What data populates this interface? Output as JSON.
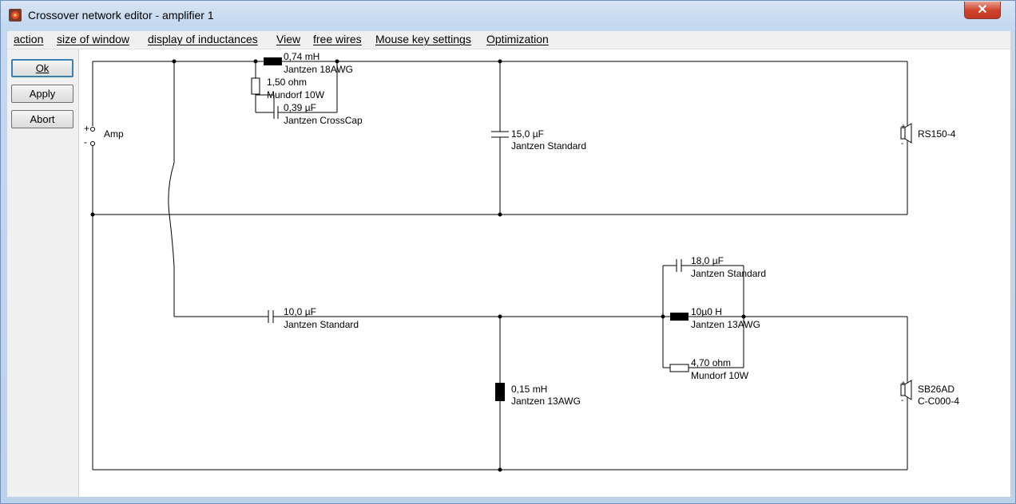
{
  "window": {
    "title": "Crossover network editor - amplifier 1",
    "close_glyph": "✕"
  },
  "menu": [
    "action",
    "size of window",
    "display of inductances",
    "View",
    "free wires",
    "Mouse key settings",
    "Optimization"
  ],
  "buttons": {
    "ok": "Ok",
    "apply": "Apply",
    "abort": "Abort"
  },
  "schematic": {
    "amp": {
      "label": "Amp",
      "plus": "+",
      "minus": "-"
    },
    "upper": {
      "inductor_value": "0,74 mH",
      "inductor_type": "Jantzen 18AWG",
      "resistor_value": "1,50 ohm",
      "resistor_type": "Mundorf 10W",
      "cap_series_value": "0,39 µF",
      "cap_series_type": "Jantzen CrossCap",
      "cap_shunt_value": "15,0 µF",
      "cap_shunt_type": "Jantzen Standard",
      "speaker_name": "RS150-4"
    },
    "lower": {
      "cap_series_value": "10,0 µF",
      "cap_series_type": "Jantzen Standard",
      "inductor_shunt_value": "0,15 mH",
      "inductor_shunt_type": "Jantzen 13AWG",
      "cap_parallel_value": "18,0 µF",
      "cap_parallel_type": "Jantzen Standard",
      "inductor_series_value": "10µ0 H",
      "inductor_series_type": "Jantzen 13AWG",
      "resistor_value": "4,70 ohm",
      "resistor_type": "Mundorf 10W",
      "speaker_name": "SB26AD",
      "speaker_model": "C-C000-4"
    },
    "speaker_plus": "+",
    "speaker_minus": "-"
  }
}
